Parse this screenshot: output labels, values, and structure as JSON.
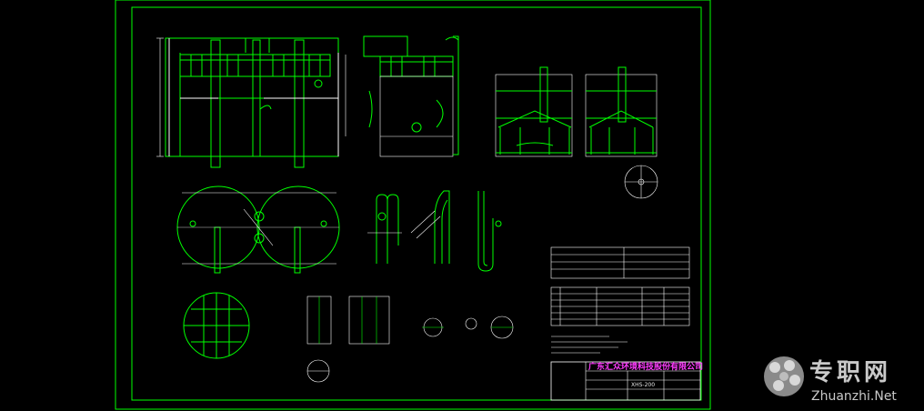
{
  "title_block": {
    "company": "广东汇众环境科技股份有限公司",
    "drawing_no": "XHS-200"
  },
  "watermark": {
    "cn": "专职网",
    "en": "Zhuanzhi.Net"
  },
  "colors": {
    "background": "#000000",
    "frame": "#00ff00",
    "line_main": "#00ff00",
    "line_white": "#ffffff",
    "company_text": "#ff3cff",
    "watermark": "#c9c9c9"
  }
}
